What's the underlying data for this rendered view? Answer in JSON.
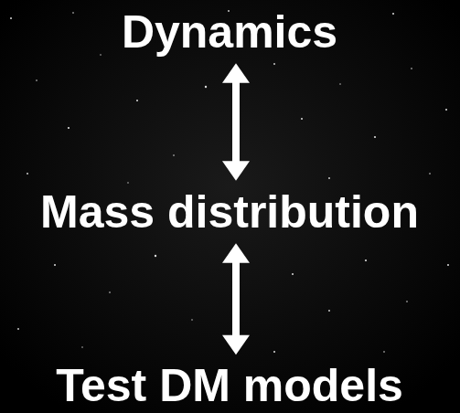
{
  "diagram": {
    "nodes": [
      {
        "text": [
          "Dynamics"
        ]
      },
      {
        "text": [
          "Mass distribution"
        ]
      },
      {
        "text": [
          "Test DM models"
        ]
      }
    ],
    "edges": [
      {
        "from": 0,
        "to": 1,
        "arrow": "both"
      },
      {
        "from": 1,
        "to": 2,
        "arrow": "both"
      }
    ]
  }
}
